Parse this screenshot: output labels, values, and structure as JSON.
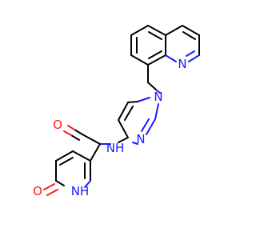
{
  "colors": {
    "carbon": "#000000",
    "nitrogen": "#1a1aff",
    "oxygen": "#ff1a1a",
    "background": "#ffffff"
  },
  "atoms": {
    "quinoline_n": "N",
    "pyrazole_n1": "N",
    "pyrazole_n2": "N",
    "amide_nh": "NH",
    "amide_o": "O",
    "pyridone_o": "O",
    "pyridone_nh": "NH"
  }
}
